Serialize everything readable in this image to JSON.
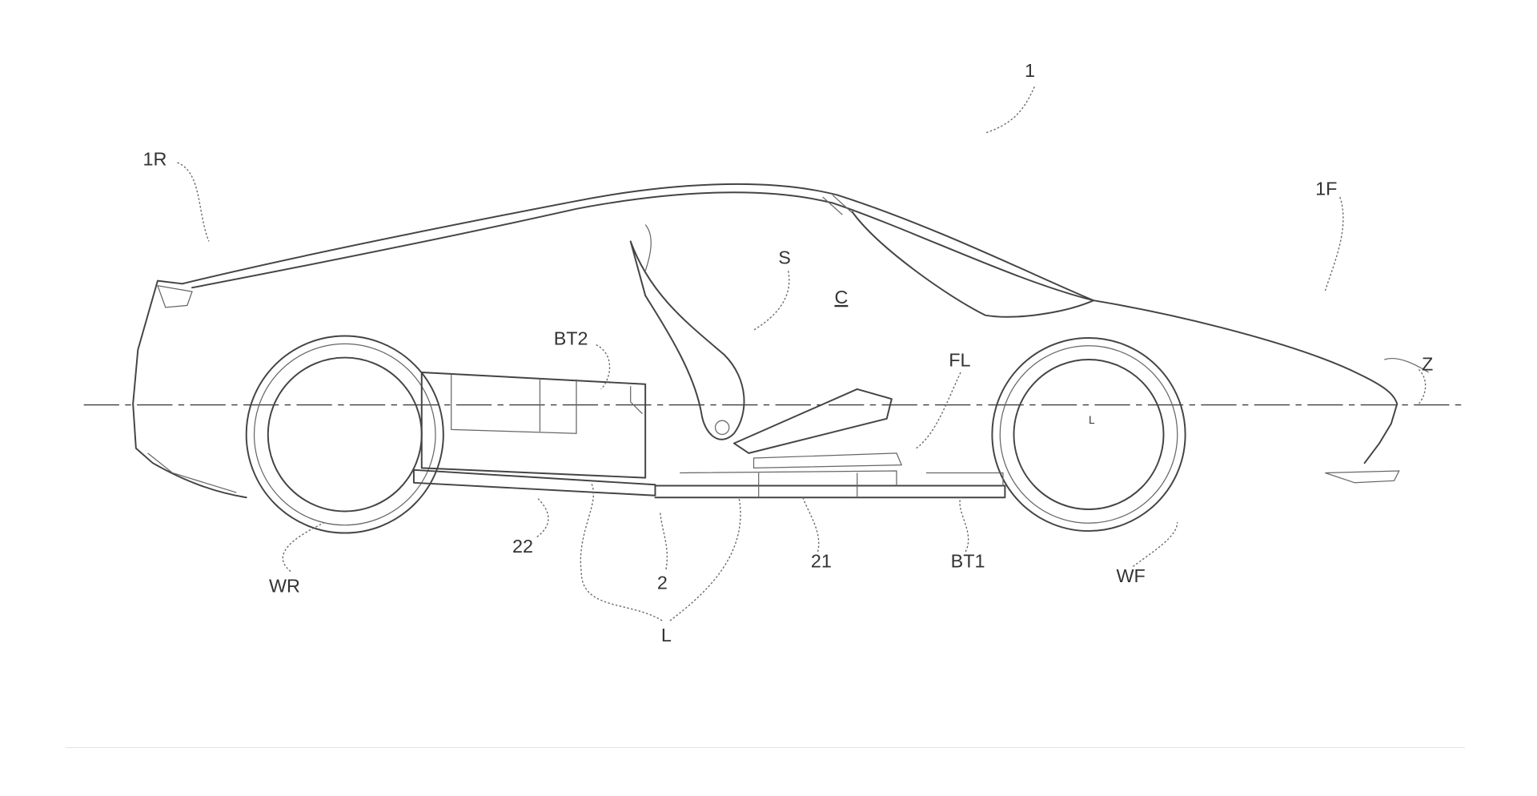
{
  "figure": {
    "labels": {
      "vehicle": "1",
      "rear": "1R",
      "front": "1F",
      "seat": "S",
      "cabin": "C",
      "battery_rear": "BT2",
      "floor": "FL",
      "axis": "Z",
      "frame_rear": "22",
      "frame_front": "21",
      "battery_front": "BT1",
      "wheel_rear": "WR",
      "frame": "2",
      "wheel_front": "WF",
      "longitudinal": "L",
      "small_mark": "L"
    }
  }
}
